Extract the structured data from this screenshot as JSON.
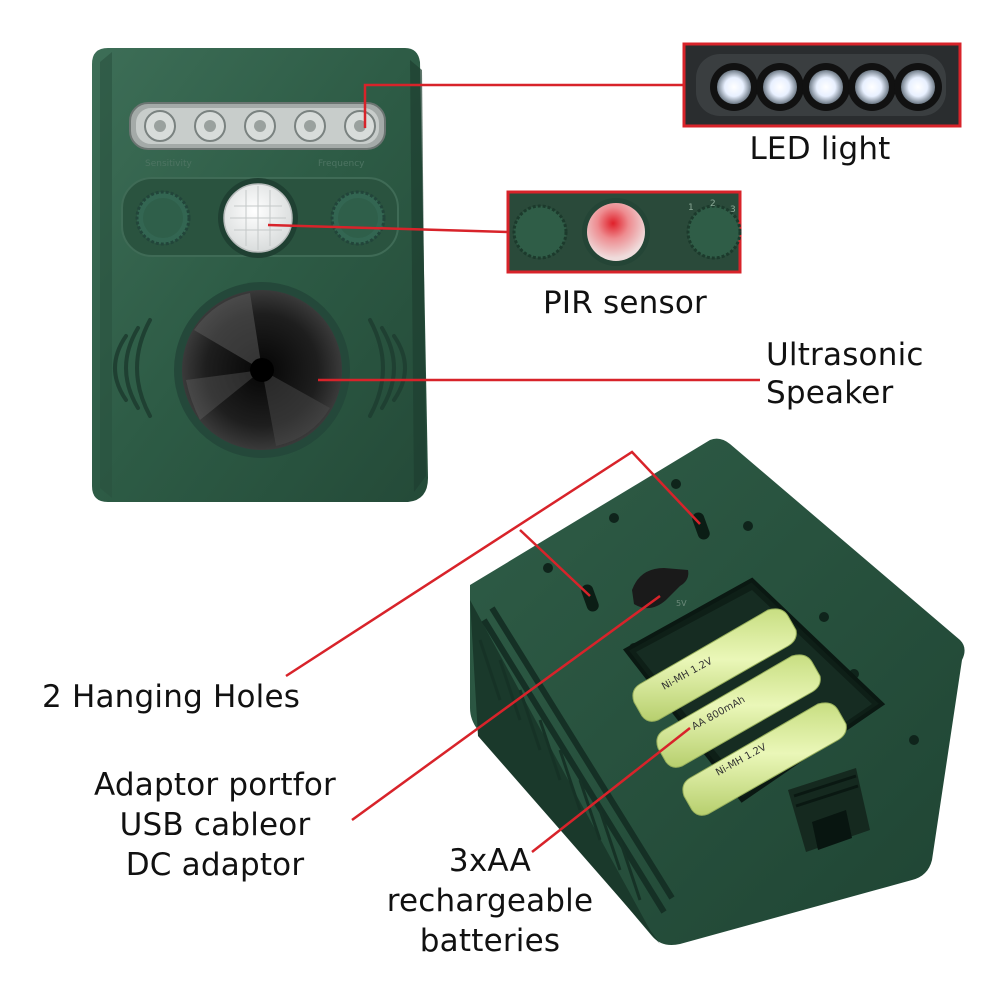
{
  "labels": {
    "led_light": "LED light",
    "pir_sensor": "PIR sensor",
    "ultrasonic_line1": "Ultrasonic",
    "ultrasonic_line2": "Speaker",
    "hanging_holes": "2 Hanging Holes",
    "adaptor_line1": "Adaptor portfor",
    "adaptor_line2": "USB cableor",
    "adaptor_line3": "DC adaptor",
    "batteries_line1": "3xAA",
    "batteries_line2": "rechargeable",
    "batteries_line3": "batteries"
  },
  "device_print": {
    "sensitivity": "Sensitivity",
    "frequency": "Frequency",
    "dial_numbers": [
      "1",
      "2",
      "3"
    ],
    "battery_text_1": "Ni-MH 1.2V",
    "battery_text_2": "AA 800mAh"
  },
  "colors": {
    "housing_green": "#2e5a45",
    "callout_red": "#d8232a",
    "battery_yellow": "#d8ec9a",
    "speaker_black": "#141414"
  }
}
